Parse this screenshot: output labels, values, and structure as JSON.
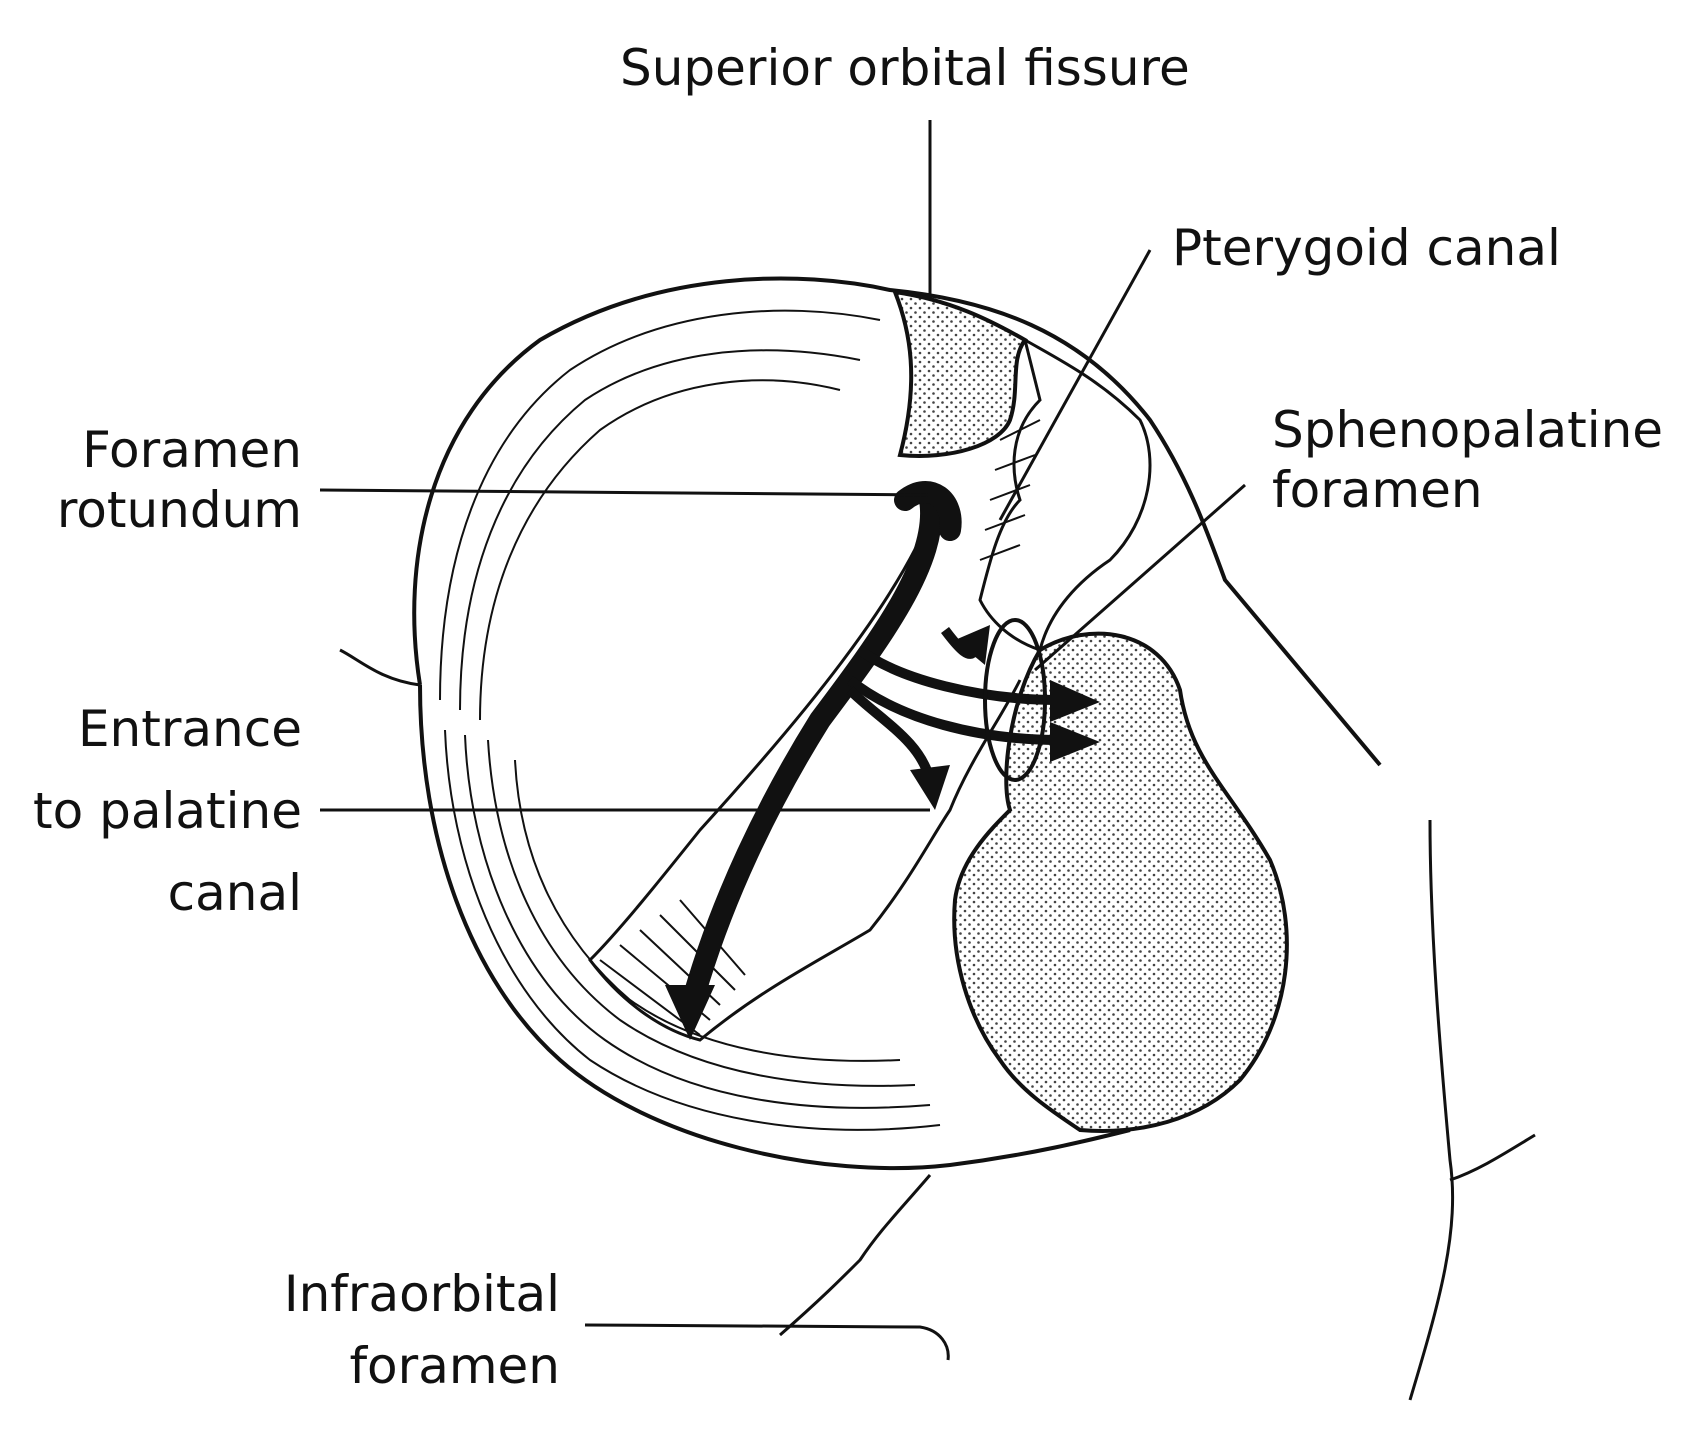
{
  "labels": {
    "superior_orbital_fissure": "Superior orbital fissure",
    "pterygoid_canal": "Pterygoid canal",
    "sphenopalatine_foramen": {
      "line1": "Sphenopalatine",
      "line2": "foramen"
    },
    "foramen_rotundum": {
      "line1": "Foramen",
      "line2": "rotundum"
    },
    "entrance_to_palatine_canal": {
      "line1": "Entrance",
      "line2": "to palatine",
      "line3": "canal"
    },
    "infraorbital_foramen": {
      "line1": "Infraorbital",
      "line2": "foramen"
    }
  },
  "colors": {
    "ink": "#111111",
    "background": "#ffffff",
    "stipple": "#444444"
  }
}
